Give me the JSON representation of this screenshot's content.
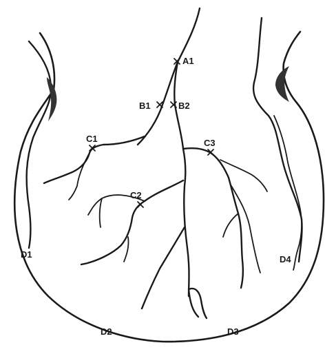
{
  "labels": {
    "a1": "A1",
    "b1": "B1",
    "b2": "B2",
    "c1": "C1",
    "c2": "C2",
    "c3": "C3",
    "d1": "D1",
    "d2": "D2",
    "d3": "D3",
    "d4": "D4"
  }
}
